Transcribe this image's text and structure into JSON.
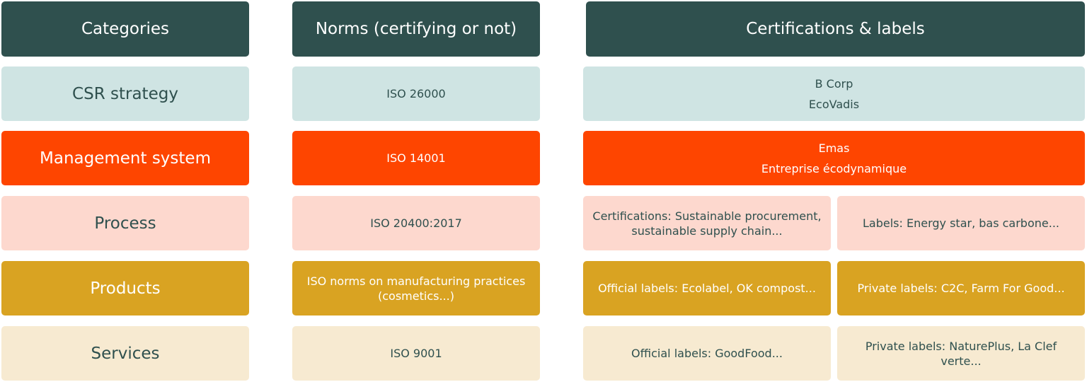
{
  "headers": {
    "categories": "Categories",
    "norms": "Norms (certifying or not)",
    "certifications": "Certifications & labels"
  },
  "rows": {
    "csr": {
      "category": "CSR strategy",
      "norm": "ISO 26000",
      "cert_lines": [
        "B Corp",
        "EcoVadis"
      ]
    },
    "management": {
      "category": "Management system",
      "norm": "ISO 14001",
      "cert_lines": [
        "Emas",
        "Entreprise écodynamique"
      ]
    },
    "process": {
      "category": "Process",
      "norm": "ISO 20400:2017",
      "cert_left": "Certifications: Sustainable procurement, sustainable supply chain...",
      "cert_right": "Labels: Energy star, bas carbone..."
    },
    "products": {
      "category": "Products",
      "norm": "ISO norms on manufacturing practices (cosmetics...)",
      "cert_left": "Official labels: Ecolabel, OK compost...",
      "cert_right": "Private labels: C2C, Farm For Good..."
    },
    "services": {
      "category": "Services",
      "norm": "ISO 9001",
      "cert_left": "Official labels: GoodFood...",
      "cert_right": "Private labels: NaturePlus, La Clef verte..."
    }
  },
  "colors": {
    "header": "#2f504e",
    "csr": "#cfe4e3",
    "management": "#fe4500",
    "process": "#fdd8ce",
    "products": "#d9a322",
    "services": "#f7ead1"
  }
}
